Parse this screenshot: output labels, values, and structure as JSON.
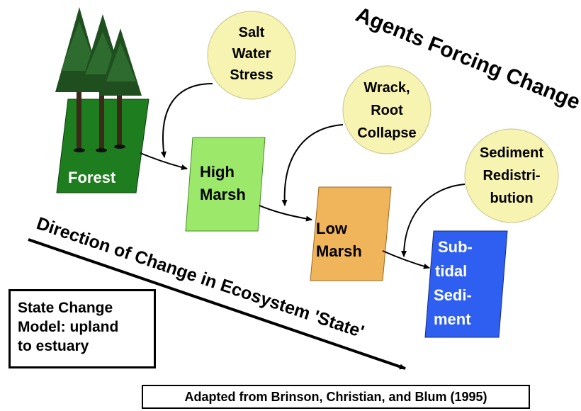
{
  "title": "Agents Forcing Change",
  "direction_label": "Direction of Change in Ecosystem 'State'",
  "states": [
    {
      "id": "forest",
      "label": "Forest",
      "color": "#1e7d1e"
    },
    {
      "id": "high-marsh",
      "lines": [
        "High",
        "Marsh"
      ],
      "color": "#9be86a"
    },
    {
      "id": "low-marsh",
      "lines": [
        "Low",
        "Marsh"
      ],
      "color": "#f0b45a"
    },
    {
      "id": "subtidal",
      "lines": [
        "Sub-",
        "tidal",
        "Sedi-",
        "ment"
      ],
      "color": "#2f5ff0"
    }
  ],
  "agents": [
    {
      "id": "salt-water-stress",
      "lines": [
        "Salt",
        "Water",
        "Stress"
      ]
    },
    {
      "id": "wrack-root-collapse",
      "lines": [
        "Wrack,",
        "Root",
        "Collapse"
      ]
    },
    {
      "id": "sediment-redistribution",
      "lines": [
        "Sediment",
        "Redistri-",
        "bution"
      ]
    }
  ],
  "agent_color": "#f7f3b0",
  "legend": {
    "lines": [
      "State Change",
      "Model: upland",
      "to estuary"
    ]
  },
  "citation": "Adapted from Brinson, Christian, and Blum (1995)"
}
